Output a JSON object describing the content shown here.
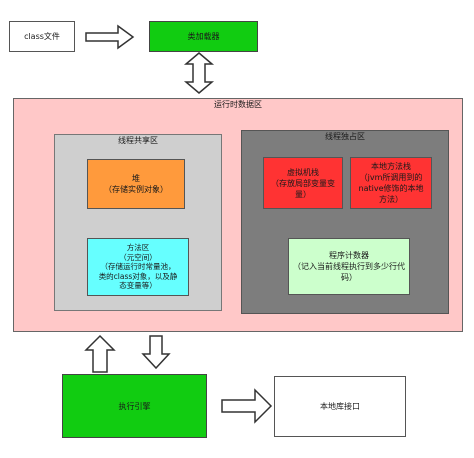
{
  "nodes": {
    "class_file": "class文件",
    "class_loader": "类加载器",
    "runtime_data_area": "运行时数据区",
    "thread_shared_area": "线程共享区",
    "heap": {
      "title": "堆",
      "desc": "（存储实例对象）"
    },
    "method_area": {
      "title": "方法区",
      "desc": "（元空间）\n（存储运行时常量池，\n类的class对象，以及静\n态变量等）"
    },
    "thread_private_area": "线程独占区",
    "vm_stack": {
      "title": "虚拟机栈",
      "desc": "（存放局部变量变\n量）"
    },
    "native_method_stack": {
      "title": "本地方法栈",
      "desc": "（jvm所调用到的\nnative修饰的本地\n方法）"
    },
    "program_counter": {
      "title": "程序计数器",
      "desc": "（记入当前线程执行到多少行代\n码）"
    },
    "execution_engine": "执行引擎",
    "native_interface": "本地库接口"
  },
  "colors": {
    "green": "#11cc11",
    "runtime_bg": "#ffc8c8",
    "shared_bg": "#cfcfcf",
    "private_bg": "#7d7d7d",
    "heap": "#ff9a3c",
    "method_area": "#66ffff",
    "vm_stack": "#ff3333",
    "native_stack": "#ff3333",
    "program_counter": "#ccffcc"
  }
}
